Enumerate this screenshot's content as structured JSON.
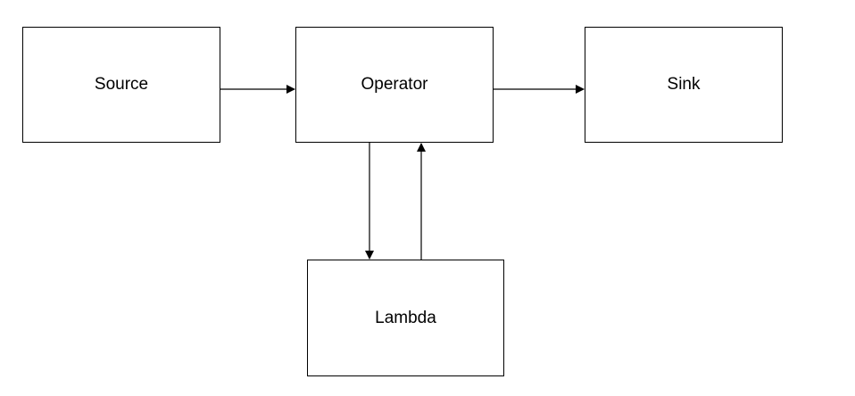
{
  "diagram": {
    "nodes": {
      "source": "Source",
      "operator": "Operator",
      "sink": "Sink",
      "lambda": "Lambda"
    },
    "edges": [
      {
        "from": "Source",
        "to": "Operator"
      },
      {
        "from": "Operator",
        "to": "Sink"
      },
      {
        "from": "Operator",
        "to": "Lambda"
      },
      {
        "from": "Lambda",
        "to": "Operator"
      }
    ],
    "colors": {
      "stroke": "#000000",
      "background": "#ffffff"
    }
  }
}
